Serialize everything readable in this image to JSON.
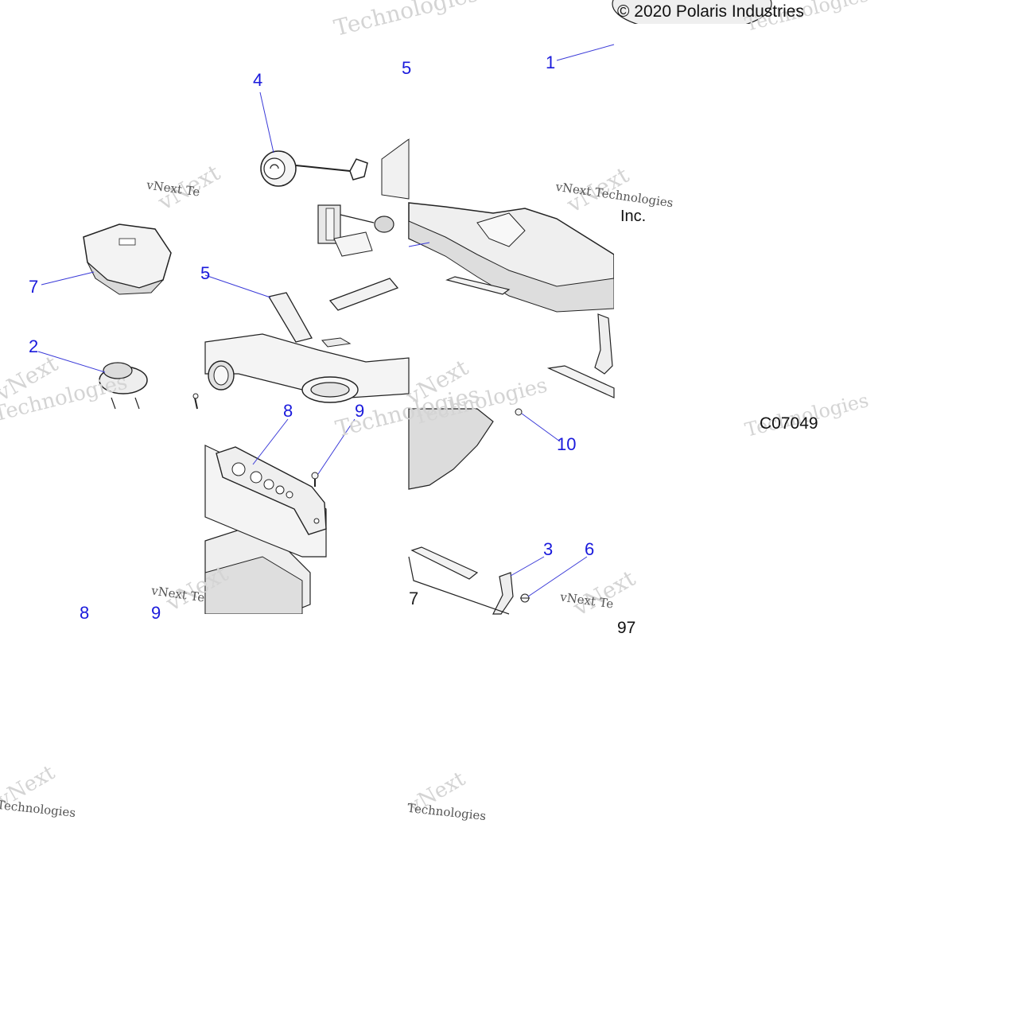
{
  "copyright": "© 2020 Polaris Industries",
  "copyright_suffix": "Inc.",
  "diagram_code": "C07049",
  "diagram_code_tail": "97",
  "watermark": {
    "brand": "vNext",
    "tech": "Technologies",
    "full": "vNext Technologies",
    "full_short": "vNext Te"
  },
  "callouts": {
    "c1": "1",
    "c2": "2",
    "c3": "3",
    "c4": "4",
    "c5": "5",
    "c5b": "5",
    "c6": "6",
    "c7": "7",
    "c8": "8",
    "c8b": "8",
    "c9": "9",
    "c9b": "9",
    "c10": "10",
    "c7b": "7"
  },
  "colors": {
    "callout": "#1a1adc",
    "leader": "#3a3ad8",
    "part_fill": "#f2f2f2",
    "part_shadow": "#dcdcdc",
    "outline": "#222222",
    "watermark": "#d4d4d4"
  }
}
